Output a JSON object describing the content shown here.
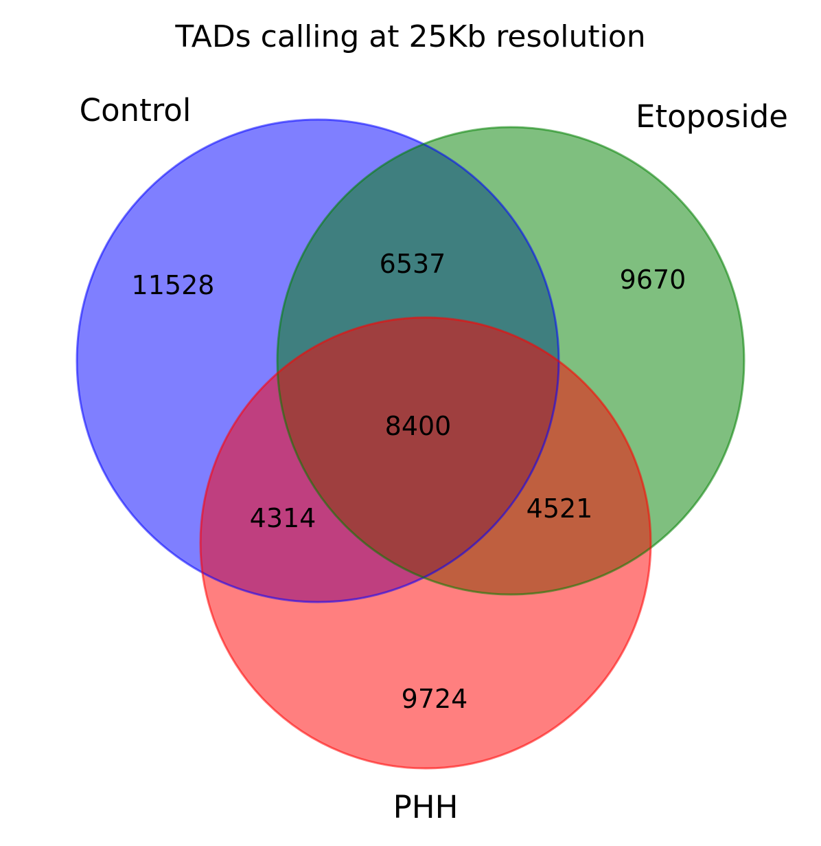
{
  "chart_data": {
    "type": "venn3",
    "title": "TADs calling at 25Kb resolution",
    "sets": [
      {
        "key": "A",
        "name": "Control",
        "color": "#0000ff"
      },
      {
        "key": "B",
        "name": "Etoposide",
        "color": "#008000"
      },
      {
        "key": "C",
        "name": "PHH",
        "color": "#ff0000"
      }
    ],
    "regions": [
      {
        "key": "A_only",
        "sets": [
          "A"
        ],
        "value": 11528
      },
      {
        "key": "B_only",
        "sets": [
          "B"
        ],
        "value": 9670
      },
      {
        "key": "C_only",
        "sets": [
          "C"
        ],
        "value": 9724
      },
      {
        "key": "AB_only",
        "sets": [
          "A",
          "B"
        ],
        "value": 6537
      },
      {
        "key": "AC_only",
        "sets": [
          "A",
          "C"
        ],
        "value": 4314
      },
      {
        "key": "BC_only",
        "sets": [
          "B",
          "C"
        ],
        "value": 4521
      },
      {
        "key": "ABC",
        "sets": [
          "A",
          "B",
          "C"
        ],
        "value": 8400
      }
    ]
  }
}
